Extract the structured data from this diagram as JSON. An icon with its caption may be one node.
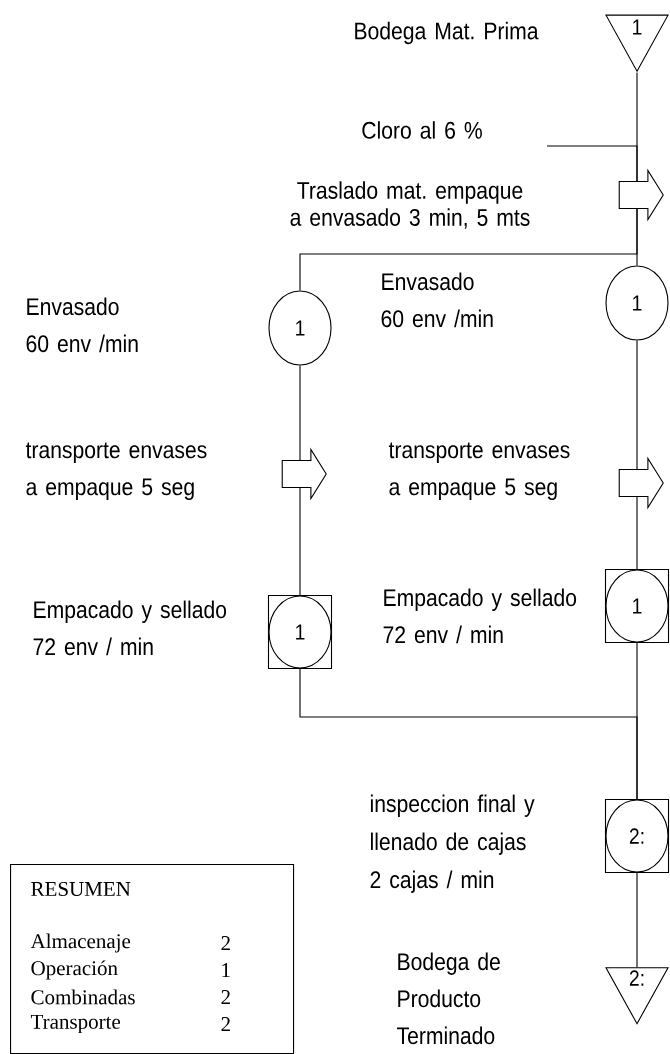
{
  "diagram": {
    "nodes": [
      {
        "text": [
          "1"
        ],
        "beside": [
          "Bodega Mat. Prima"
        ]
      },
      {
        "text": [],
        "shape": "arrow"
      },
      {
        "text": [
          "1"
        ]
      },
      {
        "text": [
          "1"
        ]
      },
      {
        "text": [],
        "shape": "arrow",
        "beside": [
          "transporte envases a empaque 5 seg"
        ]
      },
      {
        "text": [],
        "shape": "arrow",
        "beside": [
          "transporte envases a empaque 5 seg"
        ]
      },
      {
        "text": [
          "1"
        ],
        "beside": [
          "Empacado y sellado 72 env / min"
        ]
      },
      {
        "text": [
          "1"
        ],
        "beside": [
          "Empacado y sellado 72 env / min"
        ]
      },
      {
        "text": [
          "2:"
        ],
        "beside": [
          "inspeccion final y llenado de cajas 2 cajas / min"
        ]
      },
      {
        "text": [
          "2:"
        ]
      },
      {
        "text": [
          "RESUMEN",
          "Almacenaje",
          "2",
          "Operación",
          "1",
          "Combinadas",
          "2",
          "Transporte",
          "2"
        ]
      }
    ],
    "edges": [
      {
        "from": 0,
        "to": 1,
        "arrow": "none"
      },
      {
        "from": null,
        "to": 1,
        "arrow": "none"
      },
      {
        "from": 1,
        "to": 2,
        "arrow": "none"
      },
      {
        "from": 1,
        "to": 3,
        "arrow": "none"
      },
      {
        "from": 2,
        "to": 5,
        "arrow": "none"
      },
      {
        "from": 3,
        "to": 4,
        "arrow": "none"
      },
      {
        "from": 4,
        "to": 6,
        "arrow": "none"
      },
      {
        "from": 5,
        "to": 7,
        "arrow": "none"
      },
      {
        "from": 6,
        "to": 8,
        "arrow": "none"
      },
      {
        "from": 7,
        "to": 8,
        "arrow": "none"
      },
      {
        "from": 8,
        "to": 9,
        "arrow": "none"
      }
    ],
    "labels": [
      "Cloro al 6 %",
      "Traslado mat. empaque a envasado 3 min, 5 mts",
      "Envasado 60 env /min",
      "Envasado 60 env /min",
      "Bodega de Producto Terminado"
    ]
  }
}
